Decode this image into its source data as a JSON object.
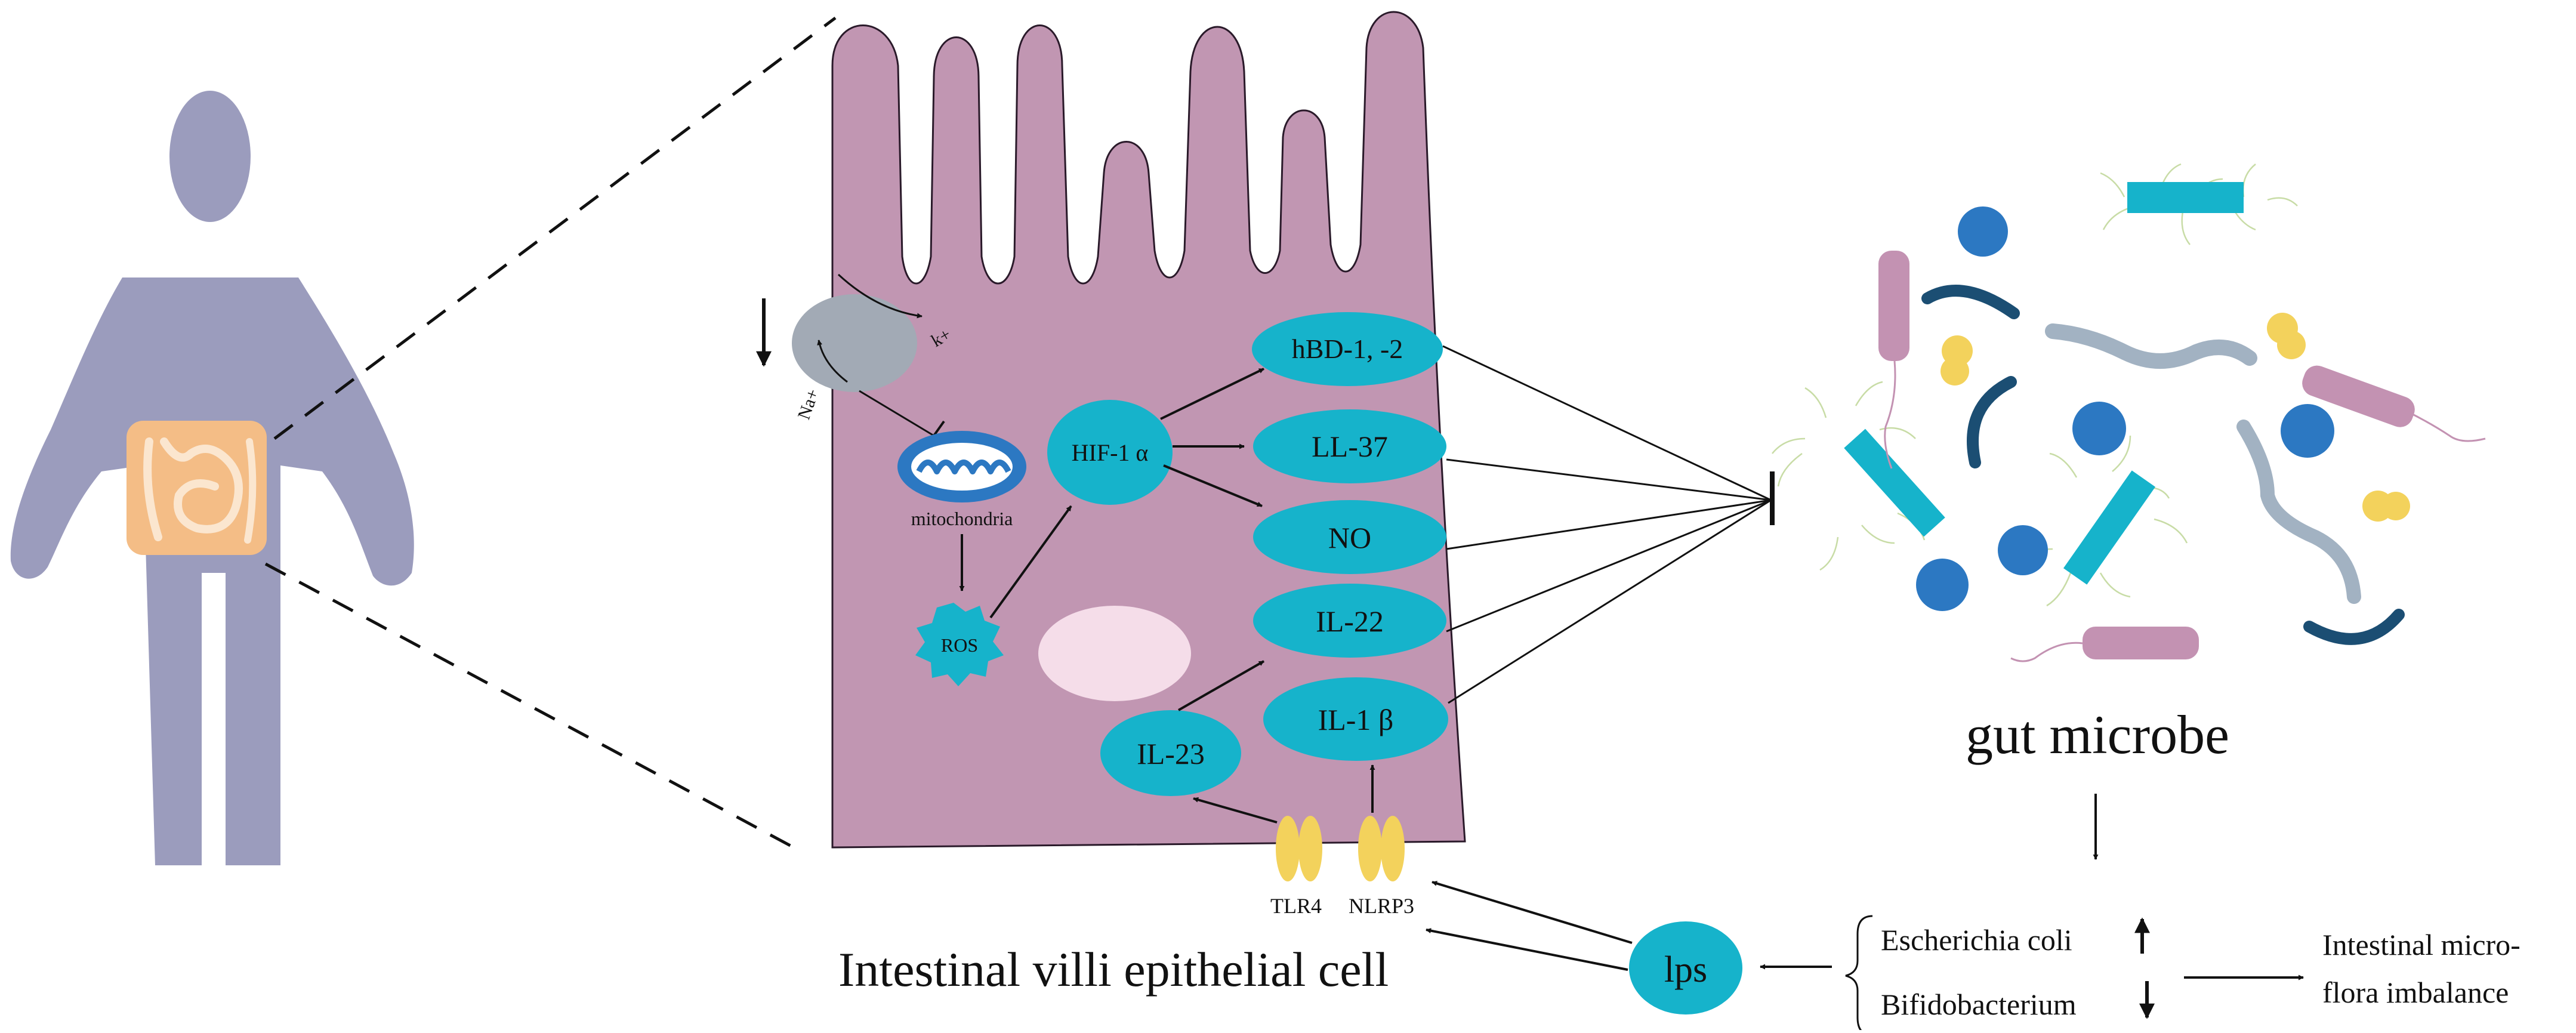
{
  "cell": {
    "title": "Intestinal villi epithelial cell",
    "mitochondria_label": "mitochondria",
    "k_label": "k+",
    "na_label": "Na+"
  },
  "nodes": {
    "ros": "ROS",
    "hif": "HIF-1 α",
    "hbd": "hBD-1, -2",
    "ll37": "LL-37",
    "no": "NO",
    "il22": "IL-22",
    "il1b": "IL-1 β",
    "il23": "IL-23"
  },
  "receptors": {
    "tlr4": "TLR4",
    "nlrp3": "NLRP3"
  },
  "microbe": {
    "title": "gut microbe",
    "ecoli": "Escherichia coli",
    "bifido": "Bifidobacterium",
    "lps": "lps",
    "imbalance_line1": "Intestinal micro-",
    "imbalance_line2": "flora imbalance"
  },
  "colors": {
    "body": "#9b9cbd",
    "cell": "#c196b2",
    "cyan": "#16b3cb",
    "yellow": "#f3d25c",
    "blue": "#2c78c2",
    "navy": "#1b4e73",
    "grey": "#a2b2c2",
    "pink": "#f5dde9",
    "mauve": "#c392b2",
    "intestine": "#f4bd86"
  }
}
